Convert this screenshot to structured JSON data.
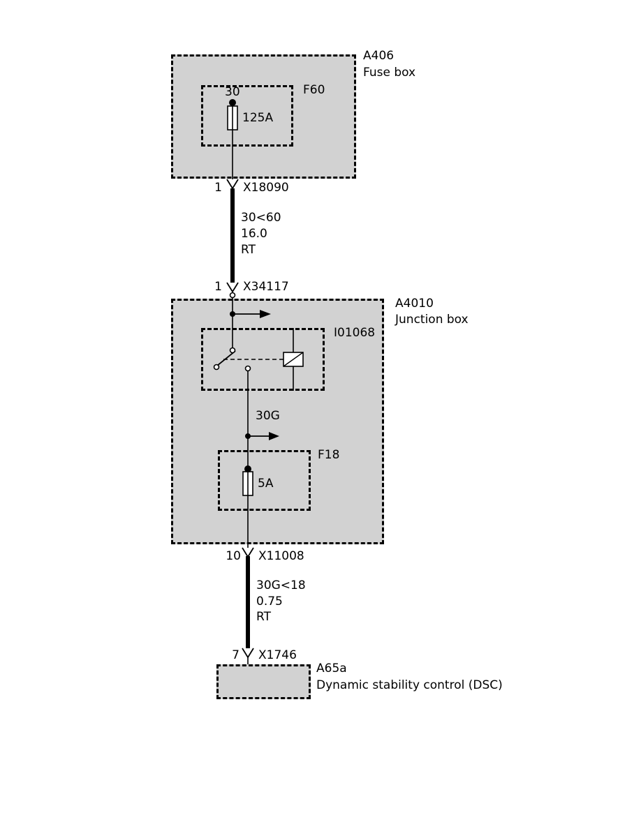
{
  "fuse_box": {
    "id": "A406",
    "name": "Fuse box",
    "fuse": {
      "id": "F60",
      "terminal": "30",
      "rating": "125A"
    }
  },
  "junction_box": {
    "id": "A4010",
    "name": "Junction box",
    "relay": {
      "id": "I01068"
    },
    "internal_circuit": "30G",
    "fuse": {
      "id": "F18",
      "rating": "5A"
    }
  },
  "dsc_module": {
    "id": "A65a",
    "name": "Dynamic stability control (DSC)"
  },
  "connectors": {
    "x18090": {
      "pin": "1",
      "id": "X18090"
    },
    "x34117": {
      "pin": "1",
      "id": "X34117"
    },
    "x11008": {
      "pin": "10",
      "id": "X11008"
    },
    "x1746": {
      "pin": "7",
      "id": "X1746"
    }
  },
  "wires": {
    "fuse_to_junction": {
      "circuit": "30<60",
      "cross_section": "16.0",
      "color": "RT"
    },
    "junction_to_dsc": {
      "circuit": "30G<18",
      "cross_section": "0.75",
      "color": "RT"
    }
  },
  "colors": {
    "box_fill": "#d2d2d2",
    "line": "#000000"
  }
}
